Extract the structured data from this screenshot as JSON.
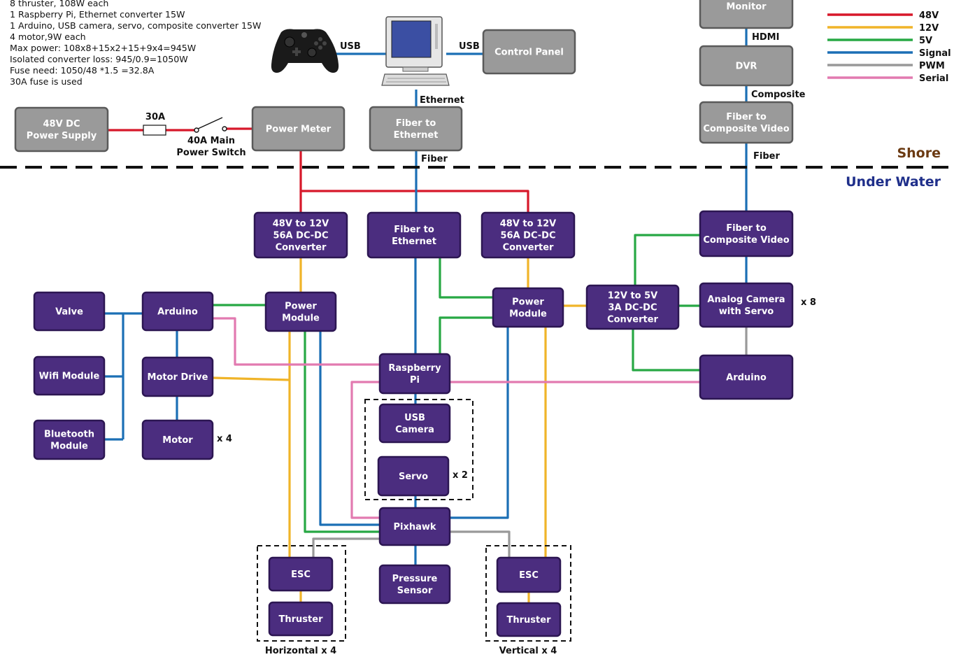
{
  "notes": [
    "8 thruster, 108W each",
    "1 Raspberry Pi, Ethernet converter 15W",
    "1 Arduino, USB camera, servo, composite converter 15W",
    "4 motor,9W each",
    "Max power: 108x8+15x2+15+9x4=945W",
    "Isolated converter loss: 945/0.9=1050W",
    "Fuse need: 1050/48 *1.5 =32.8A",
    "30A fuse is used"
  ],
  "zones": {
    "shore": "Shore",
    "underwater": "Under Water"
  },
  "legend": [
    {
      "label": "48V",
      "color": "#d7182a"
    },
    {
      "label": "12V",
      "color": "#f0b429"
    },
    {
      "label": "5V",
      "color": "#27a844"
    },
    {
      "label": "Signal",
      "color": "#1b6fb5"
    },
    {
      "label": "PWM",
      "color": "#999999"
    },
    {
      "label": "Serial",
      "color": "#e27ab0"
    }
  ],
  "shore_blocks": {
    "power_supply": [
      "48V DC",
      "Power Supply"
    ],
    "power_meter": [
      "Power Meter"
    ],
    "fiber_ethernet": [
      "Fiber to",
      "Ethernet"
    ],
    "control_panel": [
      "Control Panel"
    ],
    "monitor": [
      "Monitor"
    ],
    "dvr": [
      "DVR"
    ],
    "fiber_composite": [
      "Fiber to",
      "Composite Video"
    ]
  },
  "underwater_blocks": {
    "conv_left": [
      "48V to 12V",
      "56A DC-DC",
      "Converter"
    ],
    "fiber_ethernet": [
      "Fiber to",
      "Ethernet"
    ],
    "conv_right": [
      "48V to 12V",
      "56A DC-DC",
      "Converter"
    ],
    "fiber_composite": [
      "Fiber to",
      "Composite Video"
    ],
    "valve": [
      "Valve"
    ],
    "arduino_left": [
      "Arduino"
    ],
    "power_module_left": [
      "Power",
      "Module"
    ],
    "power_module_right": [
      "Power",
      "Module"
    ],
    "conv_5v": [
      "12V to 5V",
      "3A DC-DC",
      "Converter"
    ],
    "analog_camera": [
      "Analog Camera",
      "with Servo"
    ],
    "wifi": [
      "Wifi Module"
    ],
    "motor_drive": [
      "Motor Drive"
    ],
    "bluetooth": [
      "Bluetooth",
      "Module"
    ],
    "motor": [
      "Motor"
    ],
    "raspberry_pi": [
      "Raspberry",
      "Pi"
    ],
    "arduino_right": [
      "Arduino"
    ],
    "usb_camera": [
      "USB",
      "Camera"
    ],
    "servo": [
      "Servo"
    ],
    "pixhawk": [
      "Pixhawk"
    ],
    "pressure_sensor": [
      "Pressure",
      "Sensor"
    ],
    "esc_left": [
      "ESC"
    ],
    "thruster_left": [
      "Thruster"
    ],
    "esc_right": [
      "ESC"
    ],
    "thruster_right": [
      "Thruster"
    ]
  },
  "connection_labels": {
    "usb_left": "USB",
    "usb_right": "USB",
    "ethernet": "Ethernet",
    "fiber_left": "Fiber",
    "fiber_right": "Fiber",
    "hdmi": "HDMI",
    "composite": "Composite",
    "fuse": "30A",
    "switch": [
      "40A Main",
      "Power Switch"
    ]
  },
  "multipliers": {
    "motor": "x 4",
    "servo": "x 2",
    "camera": "x 8",
    "horizontal": "Horizontal x 4",
    "vertical": "Vertical x 4"
  }
}
